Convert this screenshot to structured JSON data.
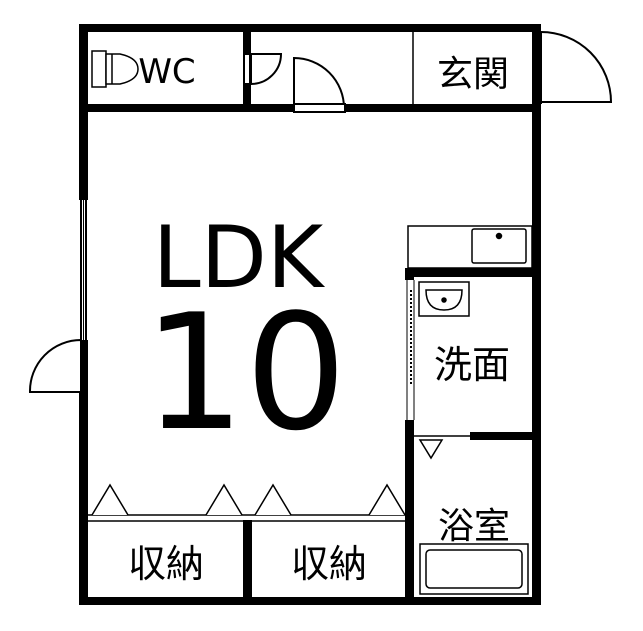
{
  "rooms": {
    "wc": "WC",
    "entrance": "玄関",
    "ldk": "LDK",
    "ldk_size": "10",
    "washroom": "洗面",
    "bathroom": "浴室",
    "storage_left": "収納",
    "storage_right": "収納"
  },
  "colors": {
    "wall": "#000000",
    "background": "#ffffff",
    "fixture": "#000000"
  }
}
